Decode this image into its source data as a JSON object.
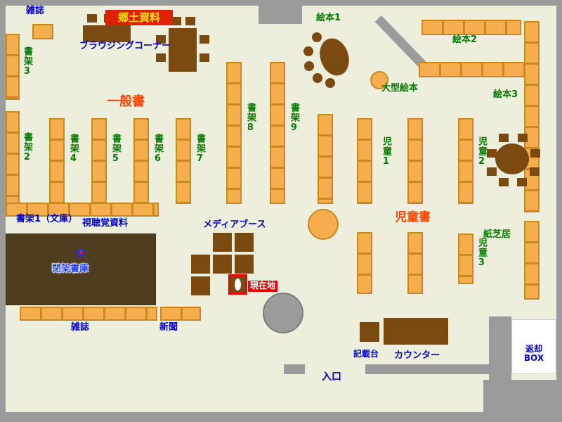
{
  "title": "library-floor-map",
  "colors": {
    "floor": "#eeeedd",
    "wall": "#9b9b9b",
    "shelf": "#f5ad4d",
    "shelf_border": "#c9891f",
    "furniture": "#7a4a10",
    "closed_stacks_area": "#4e3d1f",
    "label_green": "#007a00",
    "label_blue": "#0000cc",
    "label_red": "#ff4500",
    "banner_bg": "#dd2200",
    "banner_text": "#ffe000",
    "current_location_bg": "#ee0000"
  },
  "labels": {
    "magazine_top": "雑誌",
    "local_materials": "郷土資料",
    "browsing_corner": "ブラウジングコーナー",
    "shelf3": "書架3",
    "shelf2": "書架2",
    "general_books": "一般書",
    "shelf4": "書架4",
    "shelf5": "書架5",
    "shelf6": "書架6",
    "shelf7": "書架7",
    "shelf8": "書架8",
    "shelf9": "書架9",
    "ehon1": "絵本1",
    "ehon2": "絵本2",
    "ehon3": "絵本3",
    "large_ehon": "大型絵本",
    "jido1": "児童1",
    "jido2": "児童2",
    "jido3": "児童3",
    "children_books": "児童書",
    "kamishibai": "紙芝居",
    "shelf1_bunko": "書架1（文庫）",
    "av_materials": "視聴覚資料",
    "media_booth": "メディアブース",
    "closed_stacks": "閉架書庫",
    "current_location": "現在地",
    "magazine_bottom": "雑誌",
    "newspaper": "新聞",
    "stand": "記載台",
    "counter": "カウンター",
    "return_line1": "返却",
    "return_line2": "BOX",
    "entrance": "入口"
  }
}
